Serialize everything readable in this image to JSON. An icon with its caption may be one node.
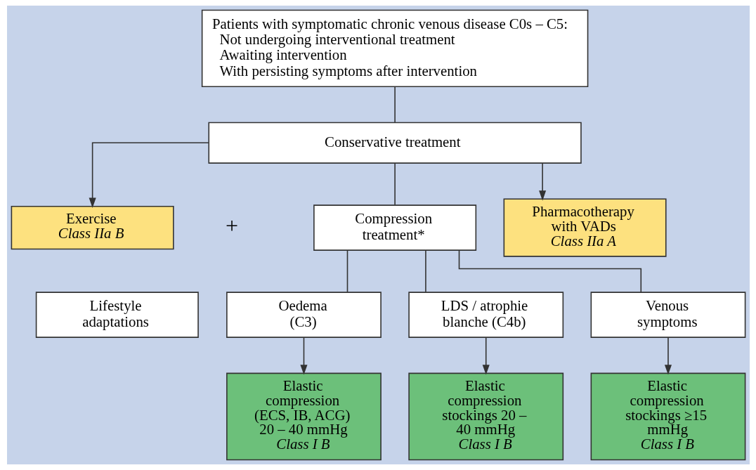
{
  "diagram": {
    "nodes": [
      {
        "text": [
          "Patients with symptomatic chronic venous disease C0s – C5:",
          "Not undergoing interventional treatment",
          "Awaiting intervention",
          "With persisting symptoms after intervention"
        ]
      },
      {
        "text": [
          "Conservative treatment"
        ]
      },
      {
        "text": [
          "Exercise",
          "Class IIa B"
        ]
      },
      {
        "text": [
          "Compression treatment*"
        ]
      },
      {
        "text": [
          "Pharmacotherapy with VADs",
          "Class IIa A"
        ]
      },
      {
        "text": [
          "Lifestyle adaptations"
        ]
      },
      {
        "text": [
          "Venous symptoms"
        ]
      },
      {
        "text": [
          "Oedema (C3)"
        ]
      },
      {
        "text": [
          "LDS / atrophie blanche (C4b)"
        ]
      },
      {
        "text": [
          "Elastic compression stockings ≥15 mmHg",
          "Class I B"
        ]
      },
      {
        "text": [
          "Elastic compression (ECS, IB, ACG) 20 – 40 mmHg",
          "Class I B"
        ]
      },
      {
        "text": [
          "Elastic compression stockings 20 – 40 mmHg",
          "Class I B"
        ]
      }
    ],
    "edges": [
      {
        "from": 0,
        "to": 1,
        "arrow": "none"
      },
      {
        "from": 1,
        "to": 2,
        "arrow": "to"
      },
      {
        "from": 1,
        "to": 3,
        "arrow": "none"
      },
      {
        "from": 1,
        "to": 4,
        "arrow": "to"
      },
      {
        "from": 3,
        "to": 6,
        "arrow": "none"
      },
      {
        "from": 3,
        "to": 7,
        "arrow": "none"
      },
      {
        "from": 3,
        "to": 8,
        "arrow": "none"
      },
      {
        "from": 6,
        "to": 9,
        "arrow": "to"
      },
      {
        "from": 7,
        "to": 10,
        "arrow": "to"
      },
      {
        "from": 8,
        "to": 11,
        "arrow": "to"
      }
    ],
    "labels": [
      "+"
    ]
  }
}
